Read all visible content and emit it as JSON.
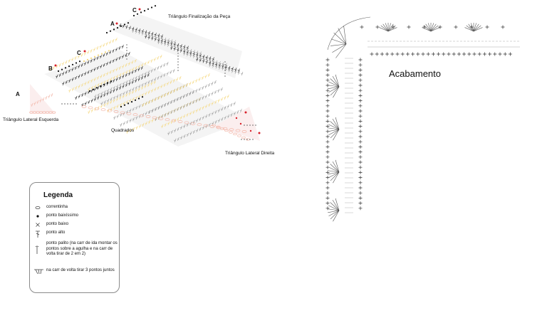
{
  "labels": {
    "triangle_left_letter": "A",
    "triangle_left": "Triângulo Lateral Esquerda",
    "squares": "Quadrados",
    "triangle_right": "Triângulo Lateral Direita",
    "triangle_final": "Triângulo Finalização da Peça",
    "letter_a": "A",
    "letter_b": "B",
    "letter_c": "C",
    "letter_a_top": "A",
    "letter_c_top": "C",
    "finishing": "Acabamento"
  },
  "legend": {
    "title": "Legenda",
    "items": [
      {
        "icon": "chain-symbol",
        "text": "correntinha"
      },
      {
        "icon": "slip-stitch-symbol",
        "text": "ponto baixíssimo"
      },
      {
        "icon": "single-crochet-symbol",
        "text": "ponto baixo"
      },
      {
        "icon": "double-crochet-symbol",
        "text": "ponto alto"
      },
      {
        "icon": "stick-stitch-symbol",
        "text": "ponto palito (na carr de ida montar os pontos sobre a agulha e na carr de volta tirar de 2 em 2)"
      },
      {
        "icon": "decrease-symbol",
        "text": "na carr de volta tirar 3 pontos juntos"
      }
    ]
  },
  "colors": {
    "peach": "#f3b6a8",
    "yellow": "#f5d77a",
    "red": "#d8202a",
    "gray": "#9a9a9a",
    "dark": "#222222",
    "panel_fill": "#f6f6f6"
  }
}
